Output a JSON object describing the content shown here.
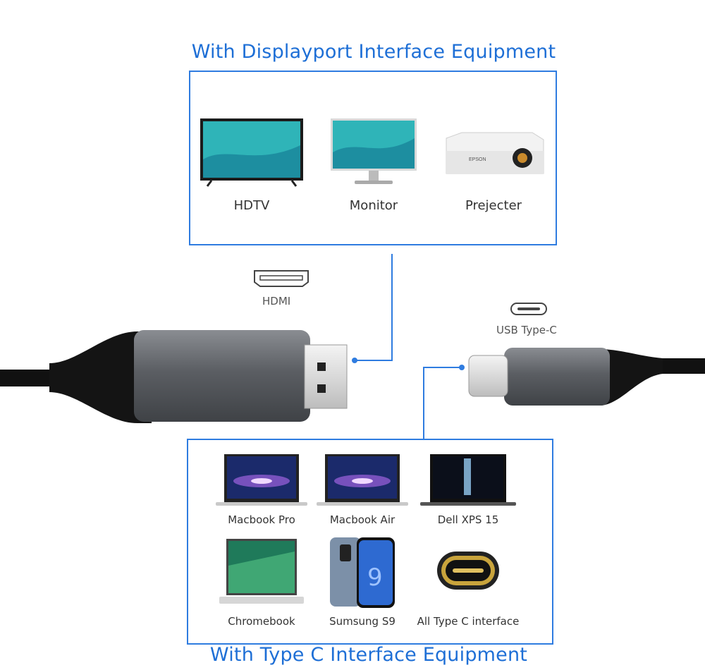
{
  "titles": {
    "top": "With Displayport Interface Equipment",
    "bottom": "With Type C Interface Equipment"
  },
  "ports": {
    "hdmi": "HDMI",
    "usbc": "USB Type-C"
  },
  "displayport_devices": [
    {
      "label": "HDTV",
      "icon": "tv-icon"
    },
    {
      "label": "Monitor",
      "icon": "monitor-icon"
    },
    {
      "label": "Prejecter",
      "icon": "projector-icon"
    }
  ],
  "typec_devices": [
    {
      "label": "Macbook Pro",
      "icon": "laptop-icon"
    },
    {
      "label": "Macbook Air",
      "icon": "laptop-icon"
    },
    {
      "label": "Dell XPS 15",
      "icon": "laptop-icon"
    },
    {
      "label": "Chromebook",
      "icon": "laptop-icon"
    },
    {
      "label": "Sumsung S9",
      "icon": "phone-icon"
    },
    {
      "label": "All Type C interface",
      "icon": "usb-c-port-icon"
    }
  ],
  "colors": {
    "accent": "#1e6fd6",
    "cable": "#111111",
    "connector_shell": "#6b6e73"
  }
}
